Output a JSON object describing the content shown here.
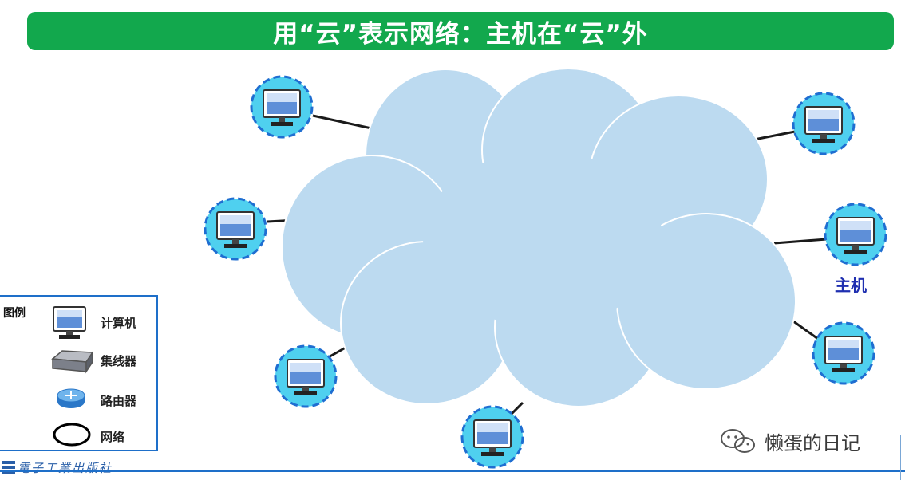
{
  "slide": {
    "title": "用“云”表示网络：主机在“云”外"
  },
  "diagram": {
    "host_label": "主机",
    "cloud_color": "#bcdaf0",
    "host_ring_color": "#39b3e6"
  },
  "legend": {
    "title": "图例",
    "items": [
      {
        "label": "计算机",
        "icon": "computer-icon"
      },
      {
        "label": "集线器",
        "icon": "hub-icon"
      },
      {
        "label": "路由器",
        "icon": "router-icon"
      },
      {
        "label": "网络",
        "icon": "network-ellipse-icon"
      }
    ]
  },
  "footer": {
    "publisher": "電子工業出版社",
    "watermark": "懒蛋的日记"
  }
}
